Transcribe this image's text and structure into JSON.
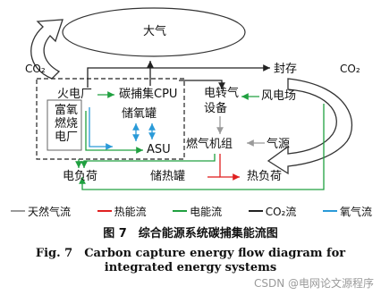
{
  "diagram": {
    "nodes": {
      "atmosphere": "大气",
      "thermal_plant": "火电厂",
      "oxy_fuel_plant": "富氧燃烧电厂",
      "carbon_capture_cpu": "碳捕集CPU",
      "oxygen_tank": "储氧罐",
      "asu": "ASU",
      "p2g": "电转气设备",
      "wind_farm": "风电场",
      "storage": "封存",
      "gas_turbine": "燃气机组",
      "gas_source": "气源",
      "electric_load": "电负荷",
      "heat_storage": "储热罐",
      "heat_load": "热负荷"
    },
    "co2_labels": {
      "left": "CO₂",
      "right": "CO₂"
    },
    "legend": [
      {
        "label": "天然气流",
        "color": "#9a9a9a"
      },
      {
        "label": "热能流",
        "color": "#e02020"
      },
      {
        "label": "电能流",
        "color": "#20a040"
      },
      {
        "label": "CO₂流",
        "color": "#222222"
      },
      {
        "label": "氧气流",
        "color": "#2a9ad8"
      }
    ],
    "colors": {
      "gas": "#9a9a9a",
      "heat": "#e02020",
      "power": "#20a040",
      "co2": "#222222",
      "oxygen": "#2a9ad8"
    }
  },
  "caption": {
    "cn": "图 7　综合能源系统碳捕集能流图",
    "en_line1": "Fig. 7　Carbon capture energy flow diagram for",
    "en_line2": "integrated energy systems"
  },
  "watermark": "CSDN @电网论文源程序"
}
